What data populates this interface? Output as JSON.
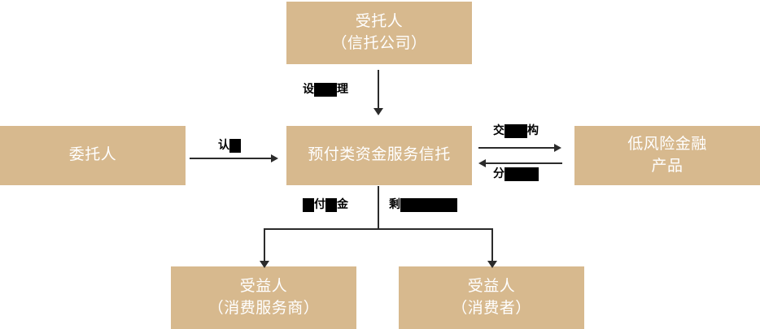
{
  "diagram": {
    "title": "预付类资金服务信托结构图",
    "theme": {
      "node_fill": "#d7b98e",
      "node_text": "#ffffff",
      "connector": "#2b2b2b",
      "label_text": "#000000",
      "background": "#ffffff"
    },
    "nodes": [
      {
        "id": "trustee",
        "line1": "受托人",
        "line2": "（信托公司）"
      },
      {
        "id": "settlor",
        "line1": "委托人",
        "line2": ""
      },
      {
        "id": "trust",
        "line1": "预付类资金服务信托",
        "line2": ""
      },
      {
        "id": "product",
        "line1": "低风险金融",
        "line2": "产品"
      },
      {
        "id": "beneficiary_service",
        "line1": "受益人",
        "line2": "（消费服务商）"
      },
      {
        "id": "beneficiary_consumer",
        "line1": "受益人",
        "line2": "（消费者）"
      }
    ],
    "edge_labels": [
      {
        "id": "entrust",
        "visible_prefix": "设",
        "redacted_text": "立管",
        "visible_suffix": "理",
        "from": "trustee",
        "to": "trust",
        "direction": "down"
      },
      {
        "id": "subscribe",
        "visible_prefix": "认",
        "redacted_text": "购",
        "visible_suffix": "",
        "from": "settlor",
        "to": "trust",
        "direction": "right"
      },
      {
        "id": "invest",
        "visible_prefix": "交",
        "redacted_text": "易结",
        "visible_suffix": "构",
        "from": "trust",
        "to": "product",
        "direction": "right"
      },
      {
        "id": "distribute",
        "visible_prefix": "分",
        "redacted_text": "配收益",
        "visible_suffix": "",
        "from": "product",
        "to": "trust",
        "direction": "left"
      },
      {
        "id": "pay",
        "visible_prefix": "",
        "redacted_text": "支",
        "visible_middle": "付",
        "redacted_text2": "资",
        "visible_suffix": "金",
        "from": "trust",
        "to": "beneficiary_service",
        "direction": "down"
      },
      {
        "id": "residual",
        "visible_prefix": "剩",
        "redacted_text": "余资金返还",
        "visible_suffix": "",
        "from": "trust",
        "to": "beneficiary_consumer",
        "direction": "down"
      }
    ]
  }
}
